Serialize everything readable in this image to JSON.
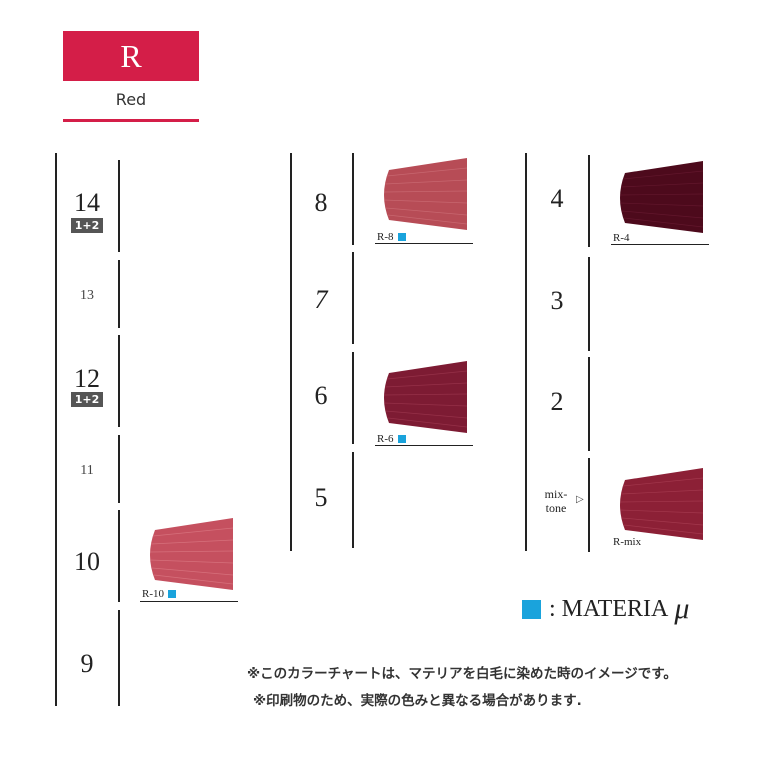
{
  "header": {
    "code": "R",
    "name": "Red",
    "accent": "#d41e48"
  },
  "legend": {
    "marker_color": "#1aa3dc",
    "label": ": MATERIA",
    "symbol": "μ"
  },
  "columns": [
    {
      "levels": [
        {
          "label": "14",
          "badge": "1+2"
        },
        {
          "label": "13"
        },
        {
          "label": "12",
          "badge": "1+2"
        },
        {
          "label": "11"
        },
        {
          "label": "10"
        },
        {
          "label": "9"
        }
      ],
      "swatches": [
        {
          "level": "10",
          "label": "R-10",
          "materia": true,
          "color": "#c5505f"
        }
      ]
    },
    {
      "levels": [
        {
          "label": "8"
        },
        {
          "label": "7"
        },
        {
          "label": "6"
        },
        {
          "label": "5"
        }
      ],
      "swatches": [
        {
          "level": "8",
          "label": "R-8",
          "materia": true,
          "color": "#b74c56"
        },
        {
          "level": "6",
          "label": "R-6",
          "materia": true,
          "color": "#7d1b33"
        }
      ]
    },
    {
      "levels": [
        {
          "label": "4"
        },
        {
          "label": "3"
        },
        {
          "label": "2"
        },
        {
          "label": "mix-\ntone",
          "arrow": "▷"
        }
      ],
      "swatches": [
        {
          "level": "4",
          "label": "R-4",
          "materia": false,
          "color": "#4d0a1c"
        },
        {
          "level": "mix-tone",
          "label": "R-mix",
          "materia": false,
          "color": "#8c2036"
        }
      ]
    }
  ],
  "notes": [
    "※このカラーチャートは、マテリアを白毛に染めた時のイメージです。",
    "※印刷物のため、実際の色みと異なる場合があります."
  ]
}
